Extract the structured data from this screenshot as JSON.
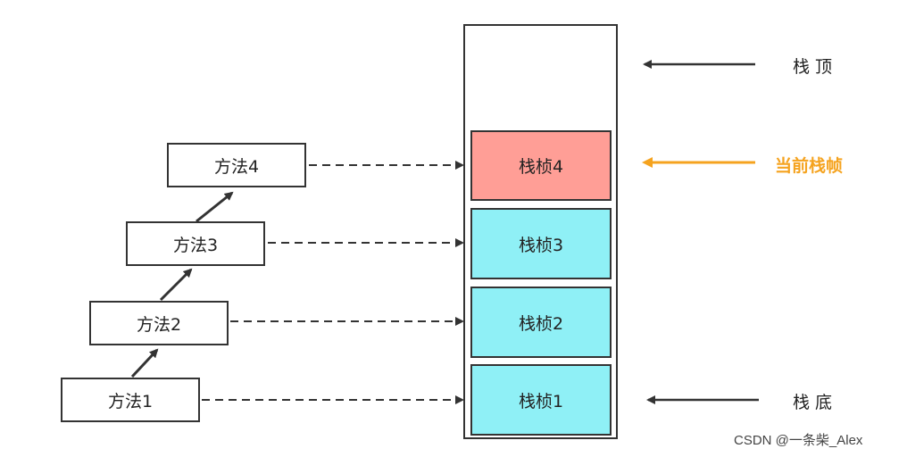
{
  "methods": [
    {
      "label": "方法4"
    },
    {
      "label": "方法3"
    },
    {
      "label": "方法2"
    },
    {
      "label": "方法1"
    }
  ],
  "frames": [
    {
      "label": "栈桢4",
      "color": "#ff9e96"
    },
    {
      "label": "栈桢3",
      "color": "#8ff0f6"
    },
    {
      "label": "栈桢2",
      "color": "#8ff0f6"
    },
    {
      "label": "栈桢1",
      "color": "#8ff0f6"
    }
  ],
  "labels": {
    "top": "栈顶",
    "current": "当前栈帧",
    "bottom": "栈底"
  },
  "colors": {
    "current_accent": "#f5a31f",
    "stroke": "#333333"
  },
  "watermark": "CSDN @一条柴_Alex"
}
